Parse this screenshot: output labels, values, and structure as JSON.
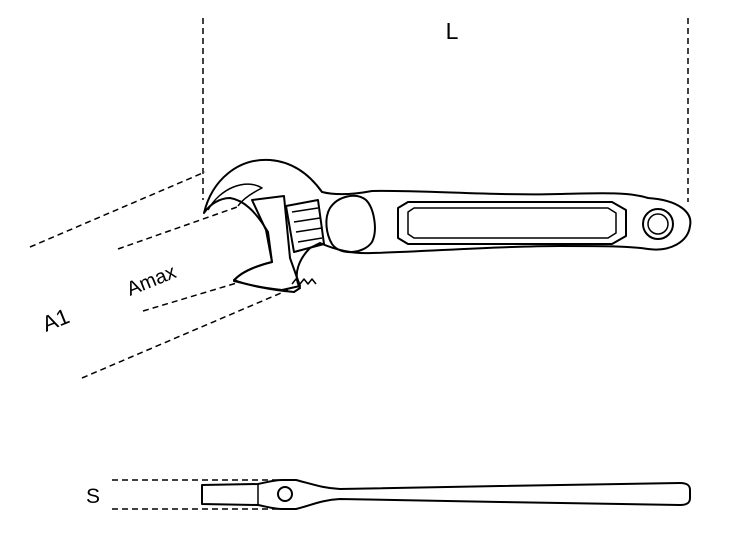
{
  "dimensions": {
    "length_label": "L",
    "opening_label": "A1",
    "max_capacity_label": "Amax",
    "thickness_label": "S"
  }
}
